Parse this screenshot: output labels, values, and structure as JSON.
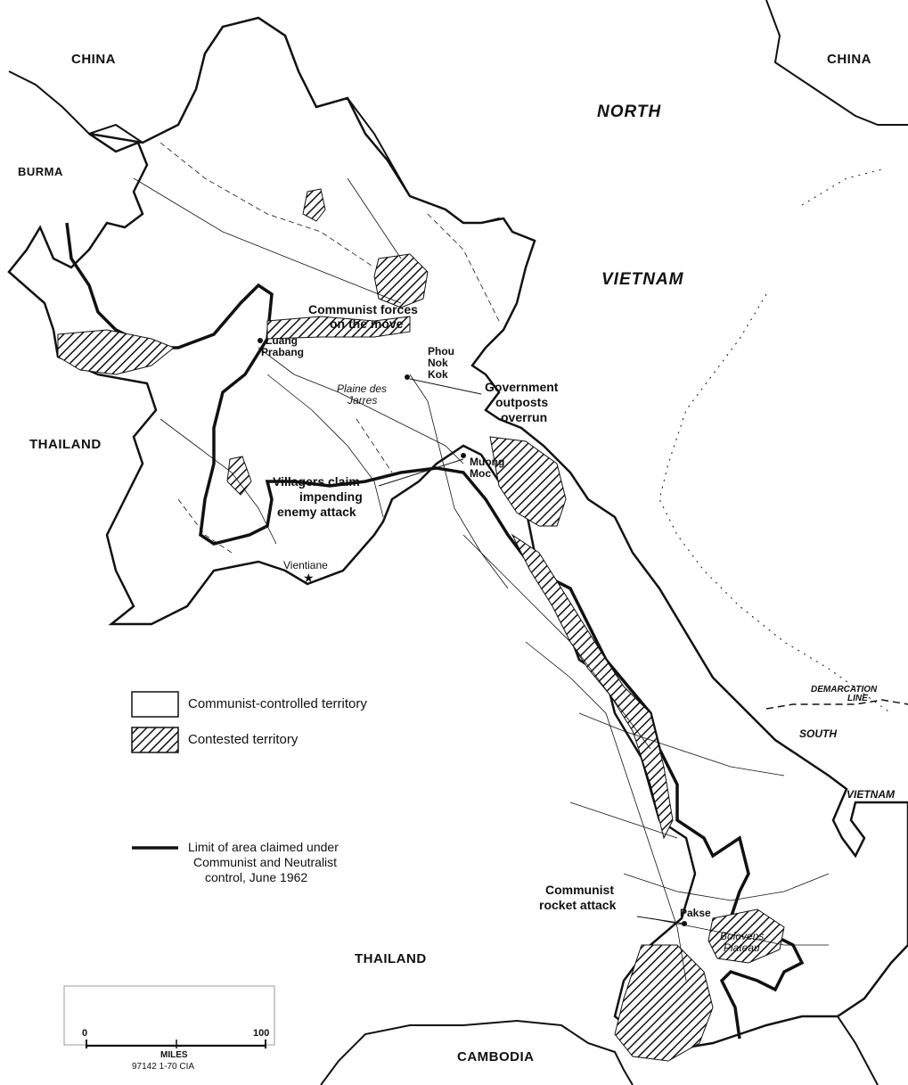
{
  "countries": {
    "china_left": "CHINA",
    "china_right": "CHINA",
    "burma": "BURMA",
    "north": "NORTH",
    "vietnam": "VIETNAM",
    "thailand_west": "THAILAND",
    "thailand_south": "THAILAND",
    "cambodia": "CAMBODIA",
    "south": "SOUTH",
    "vietnam_south": "VIETNAM",
    "demarcation": "DEMARCATION",
    "line": "LINE"
  },
  "places": {
    "luang_1": "Luang",
    "luang_2": "Prabang",
    "phou_1": "Phou",
    "phou_2": "Nok",
    "phou_3": "Kok",
    "plaine_1": "Plaine des",
    "plaine_2": "Jarres",
    "muong_1": "Muong",
    "muong_2": "Moc",
    "vientiane": "Vientiane",
    "pakse": "Pakse",
    "bolovens_1": "Bolovens",
    "bolovens_2": "Plateau"
  },
  "annotations": {
    "communist_forces_1": "Communist forces",
    "communist_forces_2": "on the move",
    "gov_1": "Government",
    "gov_2": "outposts",
    "gov_3": "overrun",
    "villagers_1": "Villagers claim",
    "villagers_2": "impending",
    "villagers_3": "enemy attack",
    "rocket_1": "Communist",
    "rocket_2": "rocket attack"
  },
  "legend": {
    "communist_controlled": "Communist-controlled territory",
    "contested": "Contested territory",
    "limit_1": "Limit of area claimed under",
    "limit_2": "Communist and Neutralist",
    "limit_3": "control, June 1962"
  },
  "scale": {
    "start": "0",
    "end": "100",
    "unit": "MILES",
    "credit": "97142 1-70 CIA"
  },
  "colors": {
    "ink": "#111111",
    "paper": "#ffffff"
  }
}
